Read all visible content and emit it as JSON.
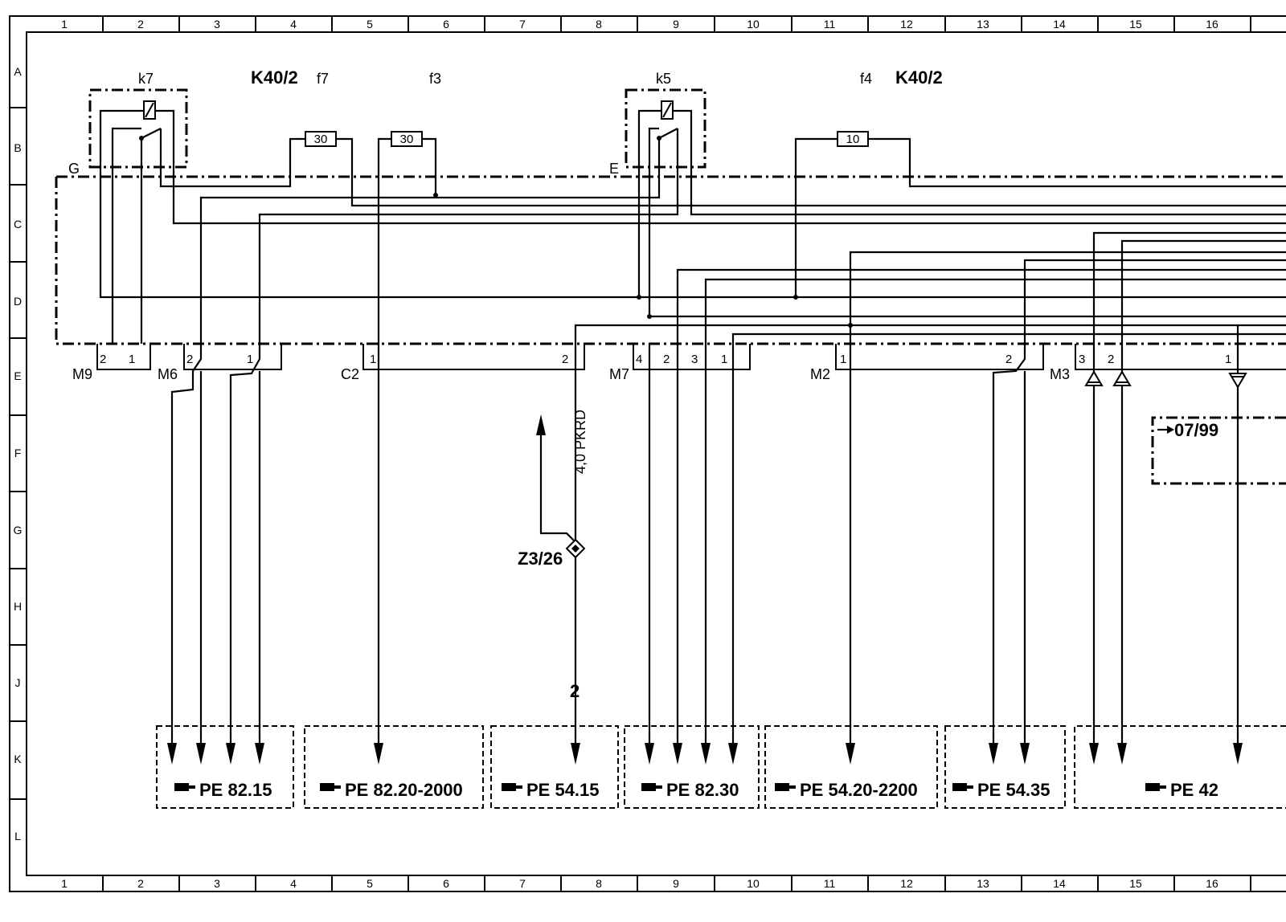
{
  "grid": {
    "columns": [
      "1",
      "2",
      "3",
      "4",
      "5",
      "6",
      "7",
      "8",
      "9",
      "10",
      "11",
      "12",
      "13",
      "14",
      "15",
      "16"
    ],
    "rows": [
      "A",
      "B",
      "C",
      "D",
      "E",
      "F",
      "G",
      "H",
      "J",
      "K",
      "L"
    ]
  },
  "module": {
    "name_left": "K40/2",
    "name_right": "K40/2"
  },
  "relays": {
    "k7": "k7",
    "k5": "k5"
  },
  "fuses": {
    "f7": {
      "name": "f7",
      "rating": "30"
    },
    "f3": {
      "name": "f3",
      "rating": "30"
    },
    "f4": {
      "name": "f4",
      "rating": "10"
    }
  },
  "connectors": {
    "G": "G",
    "E": "E",
    "M9": "M9",
    "M6": "M6",
    "C2": "C2",
    "M7": "M7",
    "M2": "M2",
    "M3": "M3"
  },
  "pins": {
    "m9_a": "2",
    "m9_b": "1",
    "m6_a": "2",
    "m6_b": "1",
    "c2_a": "1",
    "c2_b": "2",
    "m7_a": "4",
    "m7_b": "2",
    "m7_c": "3",
    "m7_d": "1",
    "m2_a": "1",
    "m2_b": "2",
    "m3_a": "3",
    "m3_b": "2",
    "m3_c": "1"
  },
  "wire_label": "4,0 PKRD",
  "ground_point": "Z3/26",
  "wire_number": "2",
  "date_note": "07/99",
  "references": {
    "r1": "PE  82.15",
    "r2": "PE  82.20-2000",
    "r3": "PE  54.15",
    "r4": "PE  82.30",
    "r5": "PE  54.20-2200",
    "r6": "PE  54.35",
    "r7": "PE  42"
  }
}
